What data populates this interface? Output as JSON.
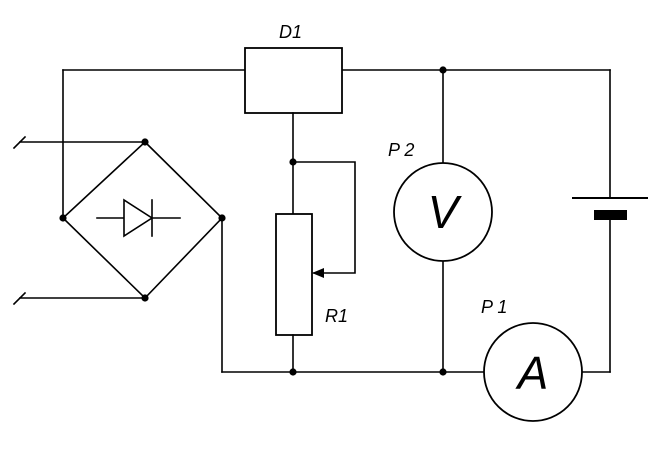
{
  "labels": {
    "d1": "D1",
    "r1": "R1",
    "p1": "P 1",
    "p2": "P 2"
  },
  "meters": {
    "voltmeter_letter": "V",
    "ammeter_letter": "A"
  },
  "colors": {
    "line": "#000000",
    "background": "#ffffff"
  }
}
